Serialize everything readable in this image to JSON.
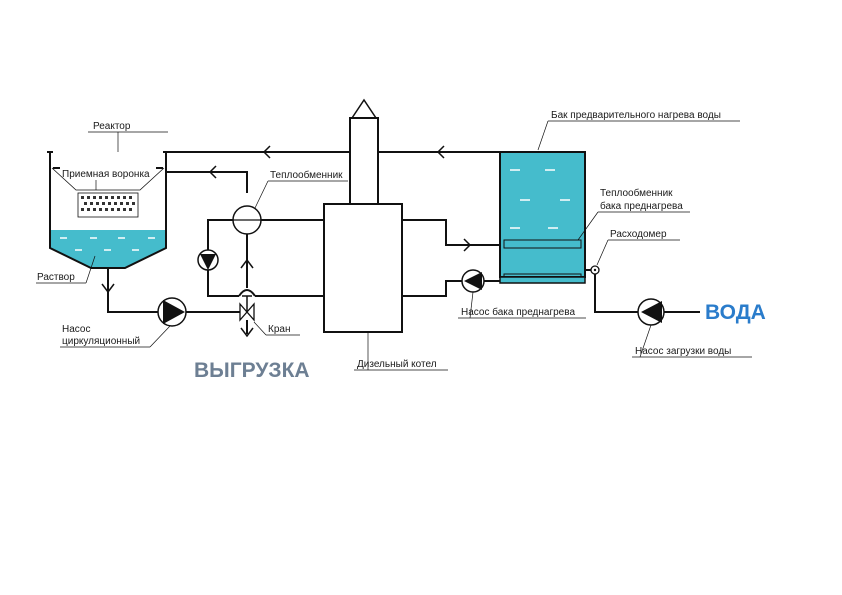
{
  "labels": {
    "reactor": "Реактор",
    "funnel": "Приемная воронка",
    "solution": "Раствор",
    "heat_exchanger": "Теплообменник",
    "preheat_tank": "Бак предварительного нагрева воды",
    "tank_heat_exchanger_1": "Теплообменник",
    "tank_heat_exchanger_2": "бака преднагрева",
    "flowmeter": "Расходомер",
    "circ_pump_1": "Насос",
    "circ_pump_2": "циркуляционный",
    "valve": "Кран",
    "diesel_boiler": "Дизельный котел",
    "preheat_pump": "Насос бака преднагрева",
    "load_pump": "Насос загрузки воды",
    "unload": "ВЫГРУЗКА",
    "water": "ВОДА"
  },
  "colors": {
    "liquid": "#45bccc",
    "tank_fill": "#45bccc",
    "line": "#111111",
    "unload_text": "#6d7f93",
    "water_text": "#2a7ccb"
  },
  "icons": [
    "pump-icon",
    "valve-icon",
    "flowmeter-icon",
    "chimney-arrow-icon",
    "flow-arrow-icon",
    "heat-exchanger-icon"
  ]
}
